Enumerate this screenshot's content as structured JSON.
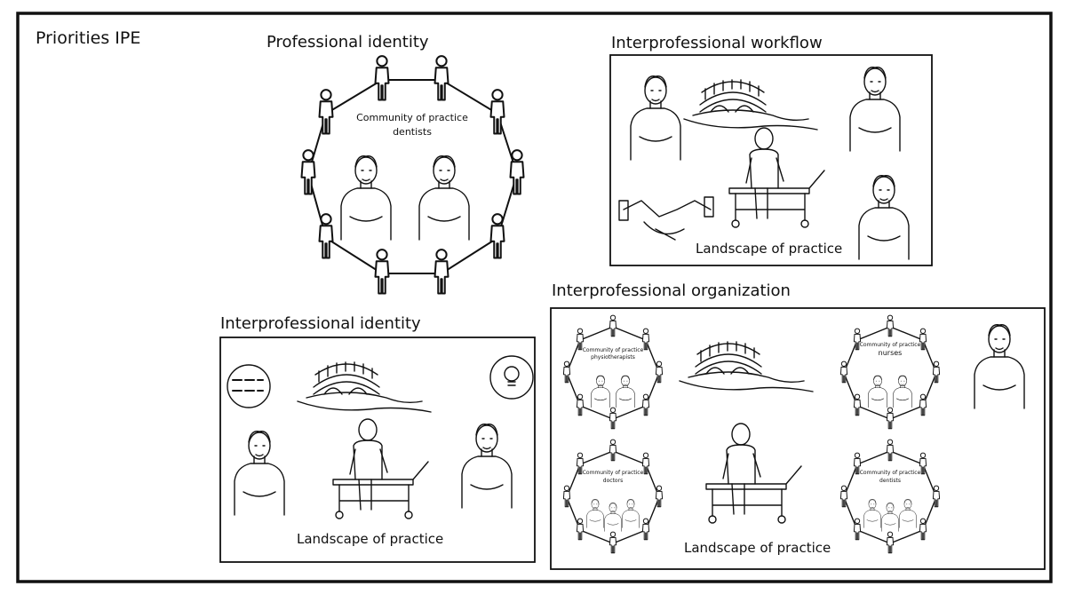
{
  "page_title": "Priorities IPE",
  "panels": {
    "professional_identity": {
      "title": "Professional identity",
      "community_label_line1": "Community of practice",
      "community_label_line2": "dentists"
    },
    "interprofessional_workflow": {
      "title": "Interprofessional workflow",
      "landscape_label": "Landscape of practice"
    },
    "interprofessional_identity": {
      "title": "Interprofessional identity",
      "landscape_label": "Landscape of practice"
    },
    "interprofessional_organization": {
      "title": "Interprofessional organization",
      "landscape_label": "Landscape of practice",
      "communities": [
        {
          "line1": "Community of practice",
          "line2": "physiotherapists"
        },
        {
          "line1": "Community of practice",
          "line2": "nurses"
        },
        {
          "line1": "Community of practice",
          "line2": "doctors"
        },
        {
          "line1": "Community of practice",
          "line2": "dentists"
        }
      ]
    }
  },
  "icons": {
    "stick_figure": "person-icon",
    "bridge": "bridge-icon",
    "stretcher": "treatment-table-icon",
    "handshake": "handshake-icon",
    "speech_bubble": "speech-bubble-icon",
    "lightbulb": "lightbulb-icon"
  }
}
